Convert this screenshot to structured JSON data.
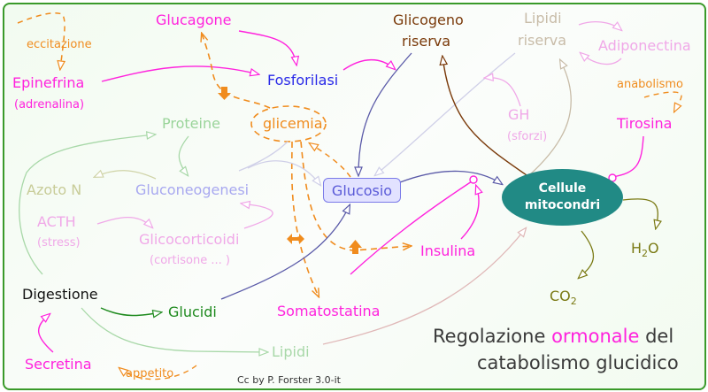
{
  "diagram": {
    "title": {
      "part1": "Regolazione ",
      "highlight": "ormonale",
      "part2": " del",
      "line2": "catabolismo glucidico"
    },
    "credit": "Cc by P. Forster 3.0-it",
    "nodes": {
      "eccitazione": "eccitazione",
      "glucagone": "Glucagone",
      "epinefrina": "Epinefrina",
      "adrenalina": "(adrenalina)",
      "fosforilasi": "Fosforilasi",
      "glicogeno": "Glicogeno",
      "glicogeno_riserva": "riserva",
      "lipidi_riserva_1": "Lipidi",
      "lipidi_riserva_2": "riserva",
      "adiponectina": "Adiponectina",
      "anabolismo": "anabolismo",
      "tirosina": "Tirosina",
      "gh": "GH",
      "sforzi": "(sforzi)",
      "proteine": "Proteine",
      "glicemia": "glicemia",
      "azoto": "Azoto N",
      "gluconeogenesi": "Gluconeogenesi",
      "glucosio": "Glucosio",
      "acth": "ACTH",
      "stress": "(stress)",
      "glicocorticoidi": "Glicocorticoidi",
      "cortisone": "(cortisone ... )",
      "insulina": "Insulina",
      "cellule": "Cellule",
      "mitocondri": "mitocondri",
      "h2o": "H",
      "h2o_sub": "2",
      "h2o_end": "O",
      "co2": "CO",
      "co2_sub": "2",
      "digestione": "Digestione",
      "glucidi": "Glucidi",
      "somatostatina": "Somatostatina",
      "secretina": "Secretina",
      "appetito": "appetito",
      "lipidi": "Lipidi"
    },
    "colors": {
      "hormone": "#ff22dd",
      "regulation": "#f08c1e",
      "glucose": "#5a5ad8",
      "glycogen": "#7a3a0a",
      "lipid_store": "#c8bca8",
      "protein": "#9ad49a",
      "cell": "#218a85",
      "products": "#7a7a14",
      "digest": "#1e8a1e"
    }
  }
}
